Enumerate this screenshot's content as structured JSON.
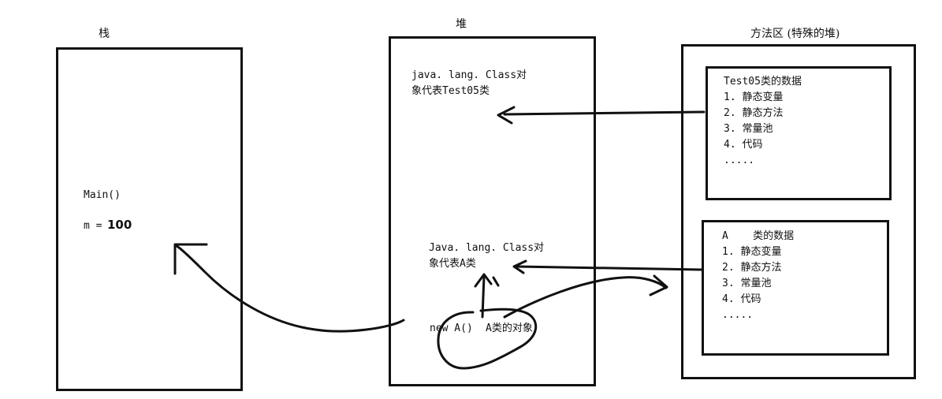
{
  "stack": {
    "title": "栈",
    "main": "Main()",
    "m_prefix": "m =",
    "m_value": "100"
  },
  "heap": {
    "title": "堆",
    "class_obj_1": [
      "java. lang. Class对",
      "象代表Test05类"
    ],
    "class_obj_2": [
      "Java. lang. Class对",
      "象代表A类"
    ],
    "new_a": "new A()",
    "a_object": "A类的对象"
  },
  "method_area": {
    "title": "方法区 (特殊的堆)",
    "test05": {
      "title": "Test05类的数据",
      "items": [
        "1. 静态变量",
        "2. 静态方法",
        "3. 常量池",
        "4. 代码",
        "....."
      ]
    },
    "a": {
      "title": "A    类的数据",
      "items": [
        "1. 静态变量",
        "2. 静态方法",
        "3. 常量池",
        "4. 代码",
        "....."
      ]
    }
  }
}
